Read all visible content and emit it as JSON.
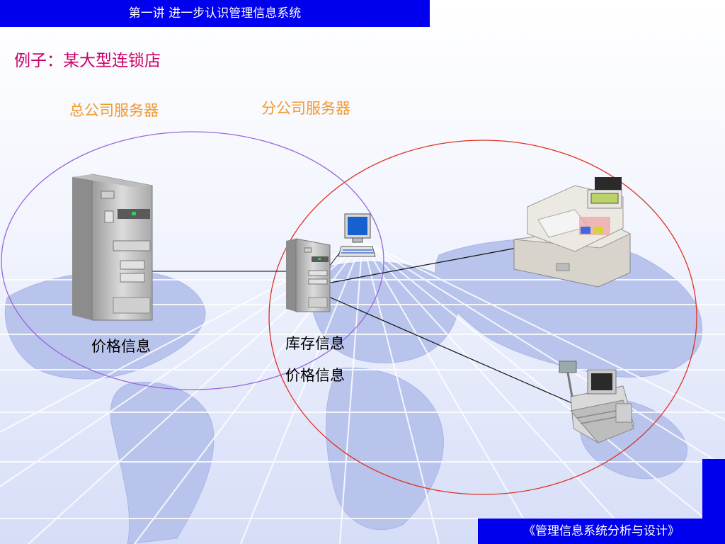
{
  "header": {
    "title": "第一讲  进一步认识管理信息系统"
  },
  "slide": {
    "title": "例子：某大型连锁店"
  },
  "diagram": {
    "hq_server_label": "总公司服务器",
    "branch_server_label": "分公司服务器",
    "hq_info": "价格信息",
    "branch_info_1": "库存信息",
    "branch_info_2": "价格信息",
    "colors": {
      "hq_circle": "#9966dd",
      "branch_circle": "#e03020",
      "map": "#b8c4ec"
    }
  },
  "footer": {
    "text": "《管理信息系统分析与设计》"
  }
}
